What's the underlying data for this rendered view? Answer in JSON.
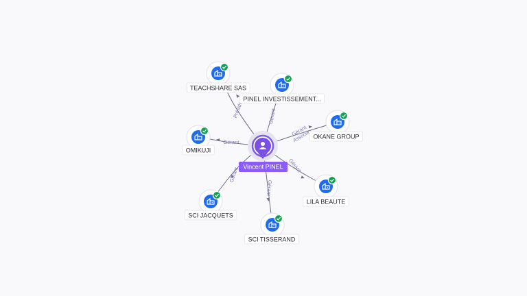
{
  "graph": {
    "center": {
      "name": "Vincent PINEL",
      "icon": "person-icon",
      "color": "#8b5cf6"
    },
    "companies": [
      {
        "id": "teachshare",
        "name": "TEACHSHARE SAS",
        "relations": [
          "Président"
        ],
        "verified": true
      },
      {
        "id": "pinel-invest",
        "name": "PINEL INVESTISSEMENT...",
        "relations": [
          "Gérant"
        ],
        "verified": true
      },
      {
        "id": "okane",
        "name": "OKANE GROUP",
        "relations": [
          "Gérant",
          "Associé"
        ],
        "verified": true
      },
      {
        "id": "omikuji",
        "name": "OMIKUJI",
        "relations": [
          "Gérant"
        ],
        "verified": true
      },
      {
        "id": "lila",
        "name": "LILA BEAUTE",
        "relations": [
          "Gérant"
        ],
        "verified": true
      },
      {
        "id": "sci-jacquets",
        "name": "SCI JACQUETS",
        "relations": [
          "Gérant"
        ],
        "verified": true
      },
      {
        "id": "sci-tisserand",
        "name": "SCI TISSERAND",
        "relations": [
          "Gérant"
        ],
        "verified": true
      }
    ],
    "colors": {
      "company": "#1c6bf2",
      "verified": "#12a152",
      "edge": "#6b6b8c",
      "edge_label": "#7e7bb5"
    },
    "icons": {
      "company": "building-icon",
      "verified": "check-icon"
    }
  }
}
